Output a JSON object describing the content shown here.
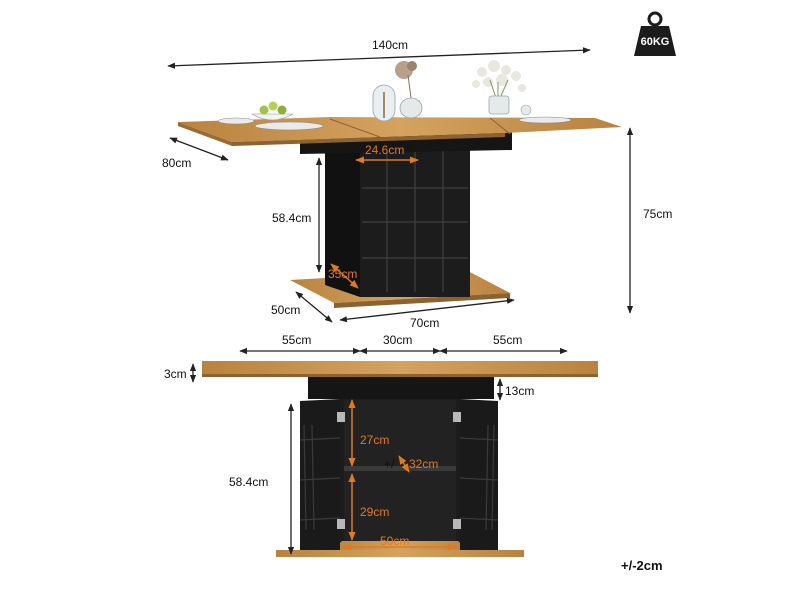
{
  "weight_badge": {
    "label": "60KG"
  },
  "top_view": {
    "length": "140cm",
    "depth": "80cm",
    "column_width": "24.6cm",
    "column_height": "58.4cm",
    "column_depth": "35cm",
    "total_height": "75cm",
    "base_depth": "50cm",
    "base_width": "70cm"
  },
  "front_view": {
    "left_leaf": "55cm",
    "center": "30cm",
    "right_leaf": "55cm",
    "top_thickness": "3cm",
    "apron_height": "13cm",
    "cabinet_height": "58.4cm",
    "upper_shelf": "27cm",
    "shelf_depth": "32cm",
    "shelf_depth_prefix": "+/",
    "lower_shelf": "29cm",
    "inner_width": "50cm"
  },
  "tolerance": "+/-2cm",
  "colors": {
    "oak": "#c9954e",
    "oak_dark": "#a8763a",
    "black": "#1c1c1c",
    "accent": "#e07a1f",
    "line": "#222222"
  }
}
